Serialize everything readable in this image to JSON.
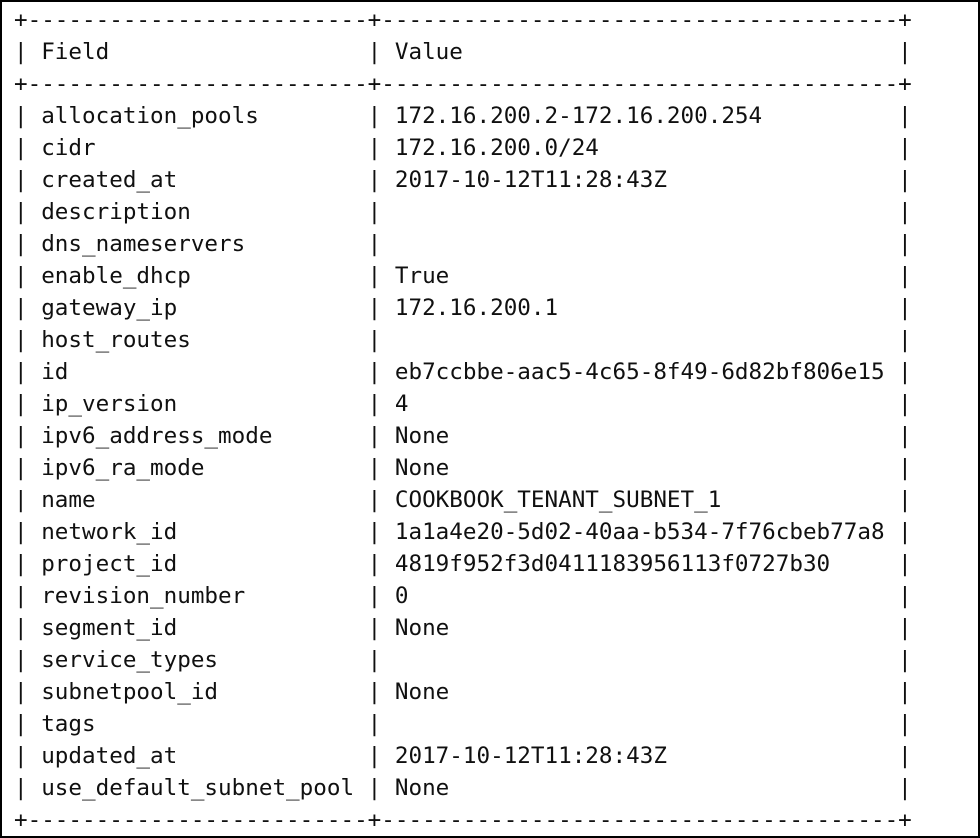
{
  "terminal": {
    "output_type": "ascii-table",
    "border": {
      "corner_char": "+",
      "horizontal_char": "-",
      "vertical_char": "|",
      "col1_width": 25,
      "col2_width": 38
    },
    "colors": {
      "background": "#ffffff",
      "text": "#101010",
      "frame": "#000000"
    },
    "columns": [
      {
        "key": "field",
        "header": "Field"
      },
      {
        "key": "value",
        "header": "Value"
      }
    ],
    "rows": [
      {
        "field": "allocation_pools",
        "value": "172.16.200.2-172.16.200.254"
      },
      {
        "field": "cidr",
        "value": "172.16.200.0/24"
      },
      {
        "field": "created_at",
        "value": "2017-10-12T11:28:43Z"
      },
      {
        "field": "description",
        "value": ""
      },
      {
        "field": "dns_nameservers",
        "value": ""
      },
      {
        "field": "enable_dhcp",
        "value": "True"
      },
      {
        "field": "gateway_ip",
        "value": "172.16.200.1"
      },
      {
        "field": "host_routes",
        "value": ""
      },
      {
        "field": "id",
        "value": "eb7ccbbe-aac5-4c65-8f49-6d82bf806e15"
      },
      {
        "field": "ip_version",
        "value": "4"
      },
      {
        "field": "ipv6_address_mode",
        "value": "None"
      },
      {
        "field": "ipv6_ra_mode",
        "value": "None"
      },
      {
        "field": "name",
        "value": "COOKBOOK_TENANT_SUBNET_1"
      },
      {
        "field": "network_id",
        "value": "1a1a4e20-5d02-40aa-b534-7f76cbeb77a8"
      },
      {
        "field": "project_id",
        "value": "4819f952f3d0411183956113f0727b30"
      },
      {
        "field": "revision_number",
        "value": "0"
      },
      {
        "field": "segment_id",
        "value": "None"
      },
      {
        "field": "service_types",
        "value": ""
      },
      {
        "field": "subnetpool_id",
        "value": "None"
      },
      {
        "field": "tags",
        "value": ""
      },
      {
        "field": "updated_at",
        "value": "2017-10-12T11:28:43Z"
      },
      {
        "field": "use_default_subnet_pool",
        "value": "None"
      }
    ]
  }
}
